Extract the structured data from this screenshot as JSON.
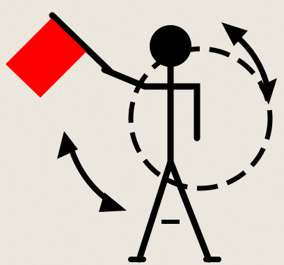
{
  "illustration": {
    "subject": "semaphore-signaller",
    "background_color": "#efebe3",
    "background_texture_color": "#ddd7cb",
    "ink_color": "#000000",
    "flag_color": "#ff0000",
    "figure": {
      "arm_raised": "right",
      "flags_visible": 1
    },
    "motion_guides": {
      "style": "dashed-circle",
      "arrows": [
        "double-headed-curved-upper-right",
        "double-headed-curved-lower-left"
      ]
    }
  }
}
